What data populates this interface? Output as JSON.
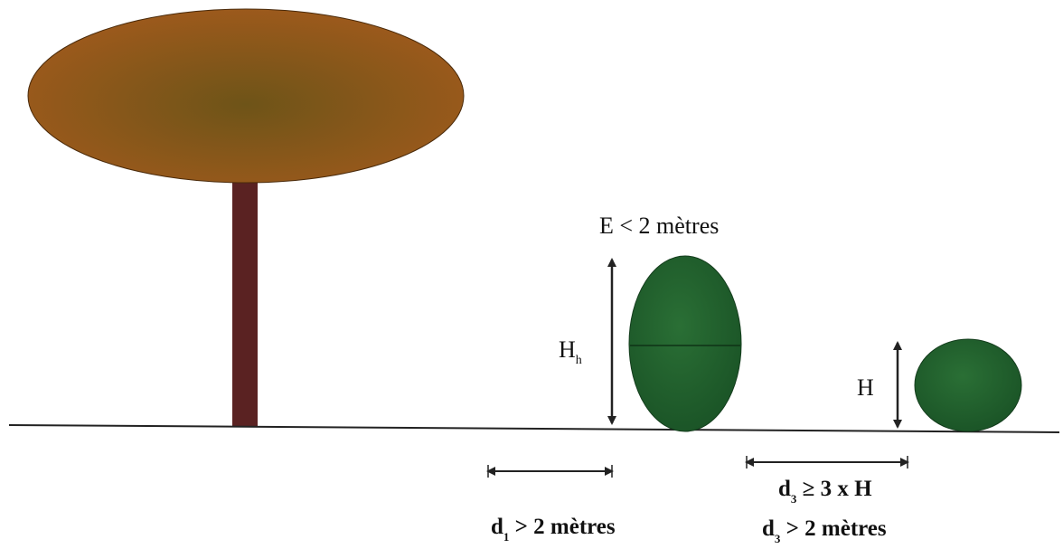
{
  "labels": {
    "spacing_top": "E < 2 mètres",
    "height_hh_main": "H",
    "height_hh_sub": "h",
    "height_h": "H",
    "d1_main": "d",
    "d1_sub": "1",
    "d1_rest": " > 2 mètres",
    "d3_line1_main": "d",
    "d3_line1_sub": "3",
    "d3_line1_rest": " ≥ 3 x H",
    "d3_line2_main": "d",
    "d3_line2_sub": "3",
    "d3_line2_rest": " > 2 mètres"
  },
  "colors": {
    "tree_crown": "#8a5a1a",
    "tree_trunk": "#5a2222",
    "hedge": "#1e5e2c",
    "ground": "#222222",
    "arrows": "#222222"
  }
}
